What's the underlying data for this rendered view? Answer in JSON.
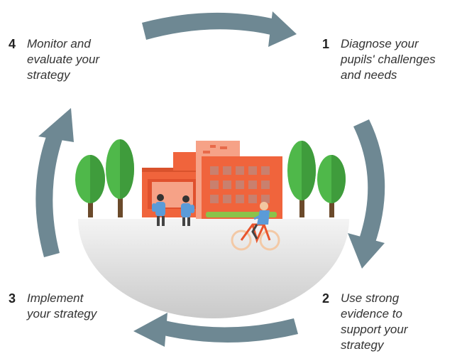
{
  "colors": {
    "arrow": "#6e8893",
    "building": "#f0643c",
    "building_light": "#f6a287",
    "tree": "#4fb84a",
    "trunk": "#6b4a2b",
    "ground": "#d8d8d8",
    "figure_shirt": "#5b9bd8"
  },
  "steps": [
    {
      "number": "1",
      "lines": [
        "Diagnose your",
        "pupils' challenges",
        "and needs"
      ]
    },
    {
      "number": "2",
      "lines": [
        "Use strong",
        "evidence to",
        "support your",
        "strategy"
      ]
    },
    {
      "number": "3",
      "lines": [
        "Implement",
        "your strategy"
      ]
    },
    {
      "number": "4",
      "lines": [
        "Monitor and",
        "evaluate your",
        "strategy"
      ]
    }
  ],
  "icons": [
    "cycle-arrow-icon",
    "school-building-icon",
    "tree-icon",
    "cyclist-icon",
    "people-icon"
  ]
}
